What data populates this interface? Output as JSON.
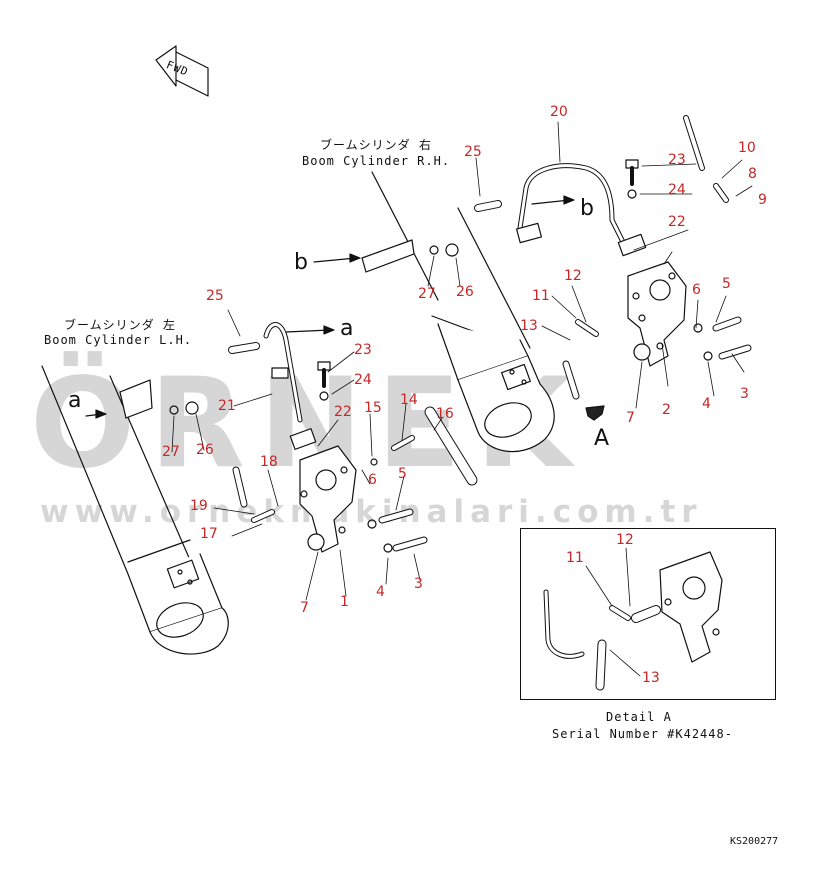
{
  "fwd_label": "FWD",
  "cylinders": {
    "right": {
      "jp": "ブームシリンダ 右",
      "en": "Boom Cylinder R.H."
    },
    "left": {
      "jp": "ブームシリンダ 左",
      "en": "Boom Cylinder L.H."
    }
  },
  "markers": {
    "a": "a",
    "b": "b",
    "A": "A"
  },
  "parts": {
    "p1": "1",
    "p2": "2",
    "p3a": "3",
    "p3b": "3",
    "p4a": "4",
    "p4b": "4",
    "p5a": "5",
    "p5b": "5",
    "p6a": "6",
    "p6b": "6",
    "p7a": "7",
    "p7b": "7",
    "p8": "8",
    "p9": "9",
    "p10": "10",
    "p11a": "11",
    "p11b": "11",
    "p12a": "12",
    "p12b": "12",
    "p13a": "13",
    "p13b": "13",
    "p14": "14",
    "p15": "15",
    "p16": "16",
    "p17": "17",
    "p18": "18",
    "p19": "19",
    "p20": "20",
    "p21": "21",
    "p22a": "22",
    "p22b": "22",
    "p23a": "23",
    "p23b": "23",
    "p24a": "24",
    "p24b": "24",
    "p25a": "25",
    "p25b": "25",
    "p26a": "26",
    "p26b": "26",
    "p27a": "27",
    "p27b": "27"
  },
  "detail": {
    "title": "Detail A",
    "serial": "Serial Number #K42448-"
  },
  "drawing_code": "KS200277",
  "watermark": {
    "brand": "ÖRNEK",
    "url": "www.ornekmakinalari.com.tr"
  }
}
